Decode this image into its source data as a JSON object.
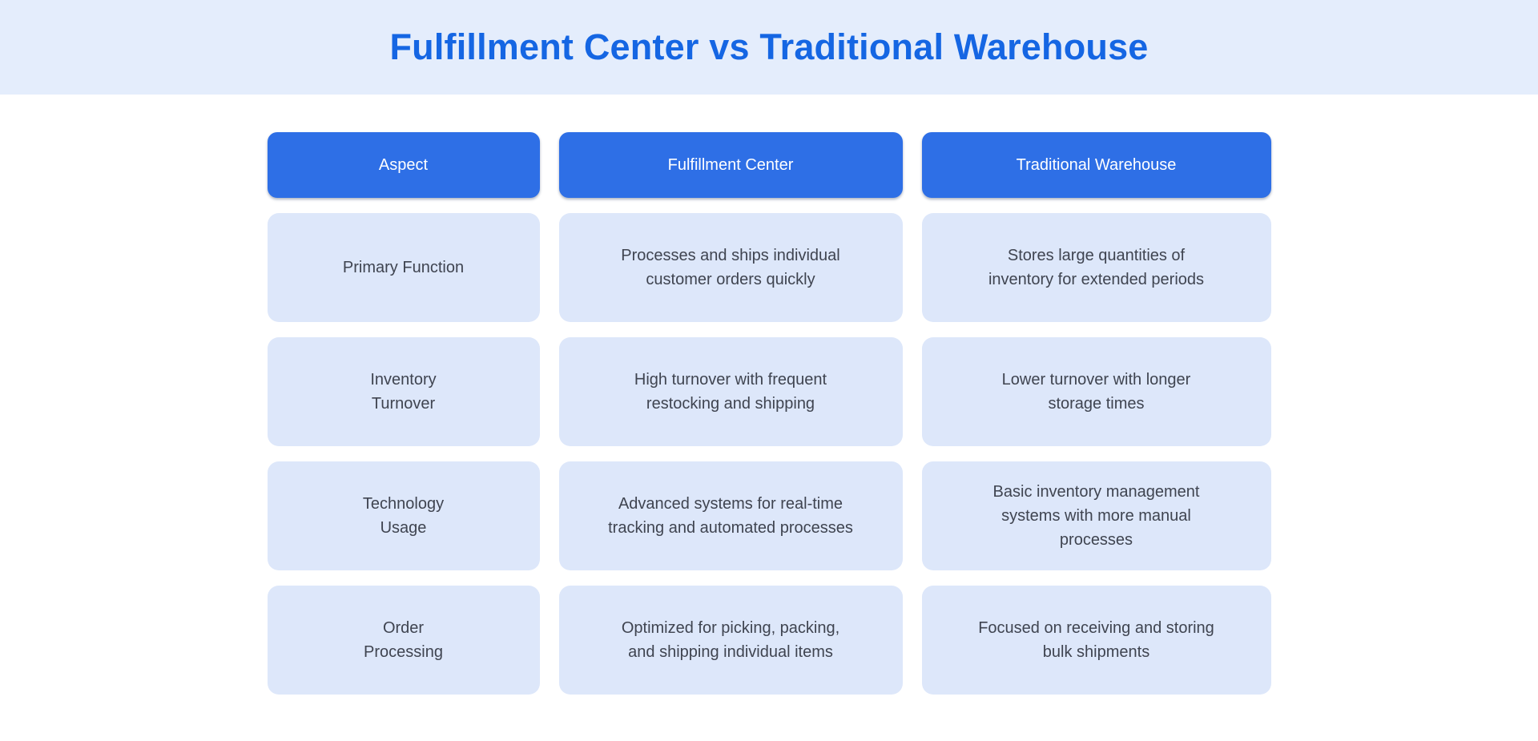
{
  "header": {
    "title": "Fulfillment Center vs Traditional Warehouse"
  },
  "table": {
    "columns": [
      {
        "label": "Aspect"
      },
      {
        "label": "Fulfillment Center"
      },
      {
        "label": "Traditional Warehouse"
      }
    ],
    "rows": [
      {
        "aspect": "Primary Function",
        "fulfillment": "Processes and ships individual\ncustomer orders quickly",
        "traditional": "Stores large quantities of\ninventory for extended periods"
      },
      {
        "aspect": "Inventory\nTurnover",
        "fulfillment": "High turnover with frequent\nrestocking and shipping",
        "traditional": "Lower turnover with longer\nstorage times"
      },
      {
        "aspect": "Technology\nUsage",
        "fulfillment": "Advanced systems for real-time\ntracking and automated processes",
        "traditional": "Basic inventory management\nsystems with more manual\nprocesses"
      },
      {
        "aspect": "Order\nProcessing",
        "fulfillment": "Optimized for picking, packing,\nand shipping individual items",
        "traditional": "Focused on receiving and storing\nbulk shipments"
      }
    ]
  },
  "colors": {
    "banner_bg": "#e4edfc",
    "title_text": "#1566e3",
    "header_cell_bg": "#2e6fe6",
    "header_cell_text": "#ffffff",
    "body_cell_bg": "#dde7fa",
    "body_cell_text": "#3f4450"
  }
}
